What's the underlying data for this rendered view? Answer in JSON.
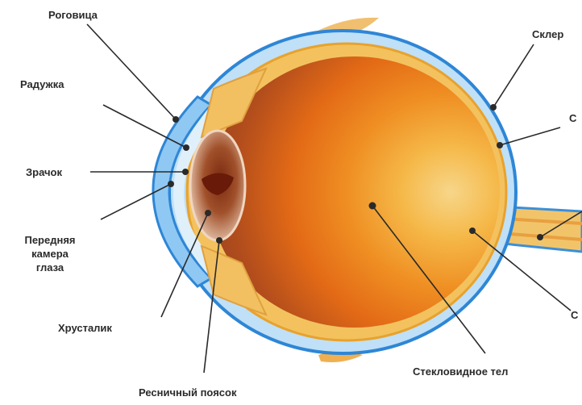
{
  "labels": {
    "cornea": "Роговица",
    "iris": "Радужка",
    "pupil": "Зрачок",
    "anterior_chamber": "Передняя\nкамера\nглаза",
    "lens": "Хрусталик",
    "ciliary_band": "Ресничный поясок",
    "vitreous_body": "Стекловидное тел",
    "sclera": "Склер",
    "right_cut_2": "С",
    "right_cut_4": "С"
  }
}
